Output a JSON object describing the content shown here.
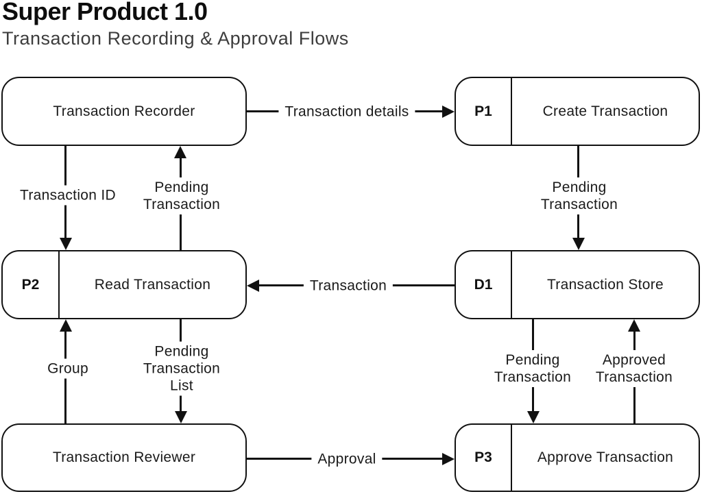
{
  "header": {
    "title": "Super Product 1.0",
    "subtitle": "Transaction Recording & Approval Flows"
  },
  "colors": {
    "ink": "#111111",
    "background": "#ffffff",
    "subtitle_text": "#3d3d3d"
  },
  "nodes": {
    "recorder": {
      "label": "Transaction Recorder",
      "type": "external-entity"
    },
    "p1": {
      "code": "P1",
      "label": "Create Transaction",
      "type": "process"
    },
    "p2": {
      "code": "P2",
      "label": "Read Transaction",
      "type": "process"
    },
    "d1": {
      "code": "D1",
      "label": "Transaction Store",
      "type": "data-store"
    },
    "reviewer": {
      "label": "Transaction Reviewer",
      "type": "external-entity"
    },
    "p3": {
      "code": "P3",
      "label": "Approve Transaction",
      "type": "process"
    }
  },
  "edges": {
    "transaction_details": {
      "label": "Transaction details",
      "from": "recorder",
      "to": "p1",
      "direction": "right"
    },
    "transaction_id": {
      "label": "Transaction ID",
      "from": "recorder",
      "to": "p2",
      "direction": "down"
    },
    "pending_transaction_to_recorder": {
      "label": "Pending\nTransaction",
      "from": "p2",
      "to": "recorder",
      "direction": "up"
    },
    "pending_transaction_to_store": {
      "label": "Pending\nTransaction",
      "from": "p1",
      "to": "d1",
      "direction": "down"
    },
    "transaction": {
      "label": "Transaction",
      "from": "d1",
      "to": "p2",
      "direction": "left"
    },
    "group": {
      "label": "Group",
      "from": "reviewer",
      "to": "p2",
      "direction": "up"
    },
    "pending_transaction_list": {
      "label": "Pending\nTransaction\nList",
      "from": "p2",
      "to": "reviewer",
      "direction": "down"
    },
    "pending_transaction_to_approve": {
      "label": "Pending\nTransaction",
      "from": "d1",
      "to": "p3",
      "direction": "down"
    },
    "approved_transaction": {
      "label": "Approved\nTransaction",
      "from": "p3",
      "to": "d1",
      "direction": "up"
    },
    "approval": {
      "label": "Approval",
      "from": "reviewer",
      "to": "p3",
      "direction": "right"
    }
  }
}
